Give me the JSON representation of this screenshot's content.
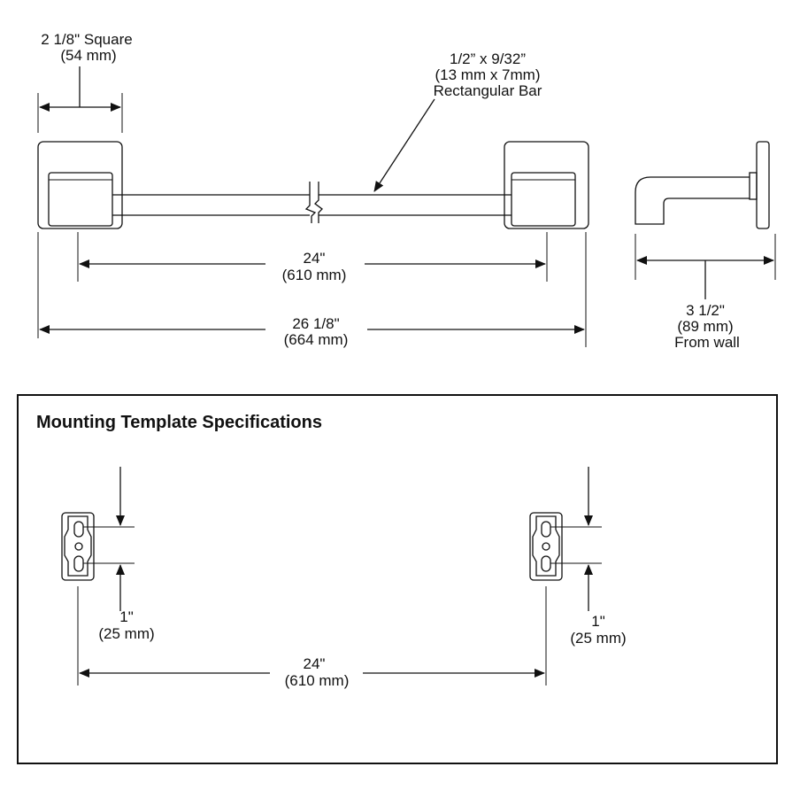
{
  "flange": {
    "size_label": "2 1/8\" Square",
    "size_metric": "(54 mm)"
  },
  "bar": {
    "line1": "1/2” x 9/32”",
    "line2": "(13 mm x 7mm)",
    "line3": "Rectangular Bar"
  },
  "centers": {
    "imperial": "24\"",
    "metric": "(610 mm)"
  },
  "overall": {
    "imperial": "26 1/8\"",
    "metric": "(664 mm)"
  },
  "projection": {
    "imperial": "3 1/2\"",
    "metric": "(89 mm)",
    "note": "From wall"
  },
  "template": {
    "title": "Mounting Template Specifications",
    "left_hole": {
      "imperial": "1\"",
      "metric": "(25 mm)"
    },
    "right_hole": {
      "imperial": "1\"",
      "metric": "(25 mm)"
    },
    "centers": {
      "imperial": "24\"",
      "metric": "(610 mm)"
    }
  }
}
